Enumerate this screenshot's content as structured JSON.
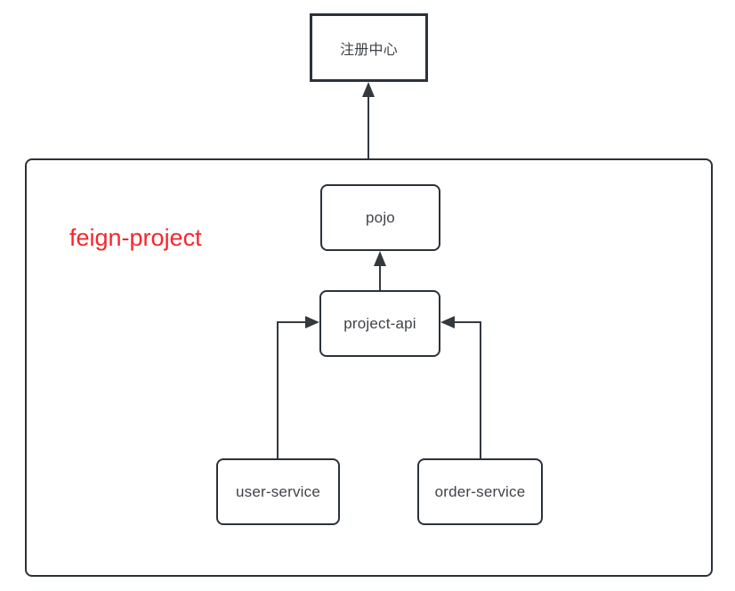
{
  "container": {
    "label": "feign-project"
  },
  "nodes": {
    "registry": {
      "label": "注册中心"
    },
    "pojo": {
      "label": "pojo"
    },
    "project_api": {
      "label": "project-api"
    },
    "user_service": {
      "label": "user-service"
    },
    "order_service": {
      "label": "order-service"
    }
  },
  "edges": [
    {
      "from": "feign-project",
      "to": "注册中心",
      "shape": "straight-up-arrow"
    },
    {
      "from": "project-api",
      "to": "pojo",
      "shape": "straight-up-arrow"
    },
    {
      "from": "user-service",
      "to": "project-api",
      "shape": "elbow-up-then-right-arrow"
    },
    {
      "from": "order-service",
      "to": "project-api",
      "shape": "elbow-up-then-left-arrow"
    }
  ],
  "colors": {
    "node_stroke": "#2b323a",
    "connector": "#33393f",
    "node_text": "#3f4348",
    "container_label": "#f5262d",
    "background": "#ffffff"
  }
}
